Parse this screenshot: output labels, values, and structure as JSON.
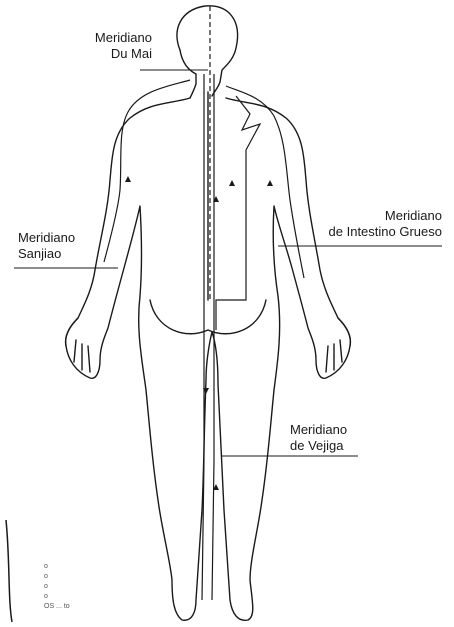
{
  "labels": {
    "du_mai": {
      "line1": "Meridiano",
      "line2": "Du Mai"
    },
    "sanjiao": {
      "line1": "Meridiano",
      "line2": "Sanjiao"
    },
    "intestino": {
      "line1": "Meridiano",
      "line2": "de Intestino Grueso"
    },
    "vejiga": {
      "line1": "Meridiano",
      "line2": "de Vejiga"
    }
  },
  "footnotes": [
    "o",
    "o",
    "o",
    "o",
    "OS ... to"
  ],
  "colors": {
    "ink": "#1a1a1a",
    "paper": "#ffffff"
  }
}
